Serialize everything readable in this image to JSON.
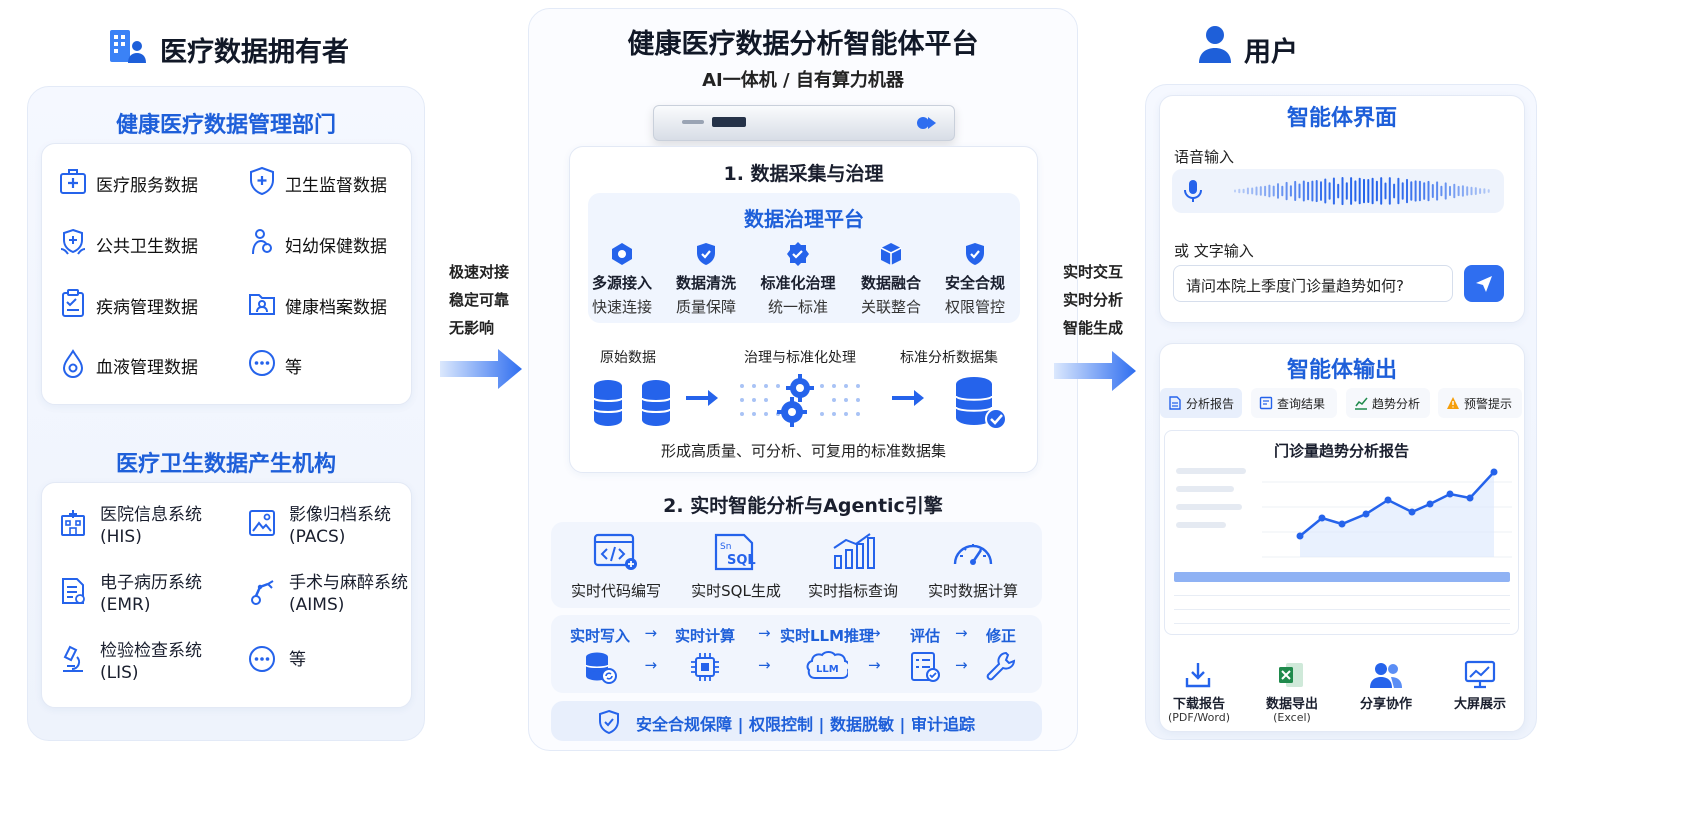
{
  "left": {
    "title": "医疗数据拥有者",
    "dept": {
      "title": "健康医疗数据管理部门",
      "items": [
        {
          "label": "医疗服务数据",
          "icon": "medical-kit-icon"
        },
        {
          "label": "卫生监督数据",
          "icon": "shield-cross-icon"
        },
        {
          "label": "公共卫生数据",
          "icon": "shield-hands-icon"
        },
        {
          "label": "妇幼保健数据",
          "icon": "mother-child-icon"
        },
        {
          "label": "疾病管理数据",
          "icon": "clipboard-icon"
        },
        {
          "label": "健康档案数据",
          "icon": "folder-person-icon"
        },
        {
          "label": "血液管理数据",
          "icon": "blood-drop-icon"
        },
        {
          "label": "等",
          "icon": "more-icon"
        }
      ]
    },
    "inst": {
      "title": "医疗卫生数据产生机构",
      "items": [
        {
          "label": "医院信息系统",
          "sub": "(HIS)",
          "icon": "hospital-icon"
        },
        {
          "label": "影像归档系统",
          "sub": "(PACS)",
          "icon": "image-archive-icon"
        },
        {
          "label": "电子病历系统",
          "sub": "(EMR)",
          "icon": "emr-doc-icon"
        },
        {
          "label": "手术与麻醉系统",
          "sub": "(AIMS)",
          "icon": "surgery-arm-icon"
        },
        {
          "label": "检验检查系统",
          "sub": "(LIS)",
          "icon": "microscope-icon"
        },
        {
          "label": "等",
          "sub": "",
          "icon": "more-icon"
        }
      ]
    }
  },
  "arrow_left": {
    "lines": [
      "极速对接",
      "稳定可靠",
      "无影响"
    ]
  },
  "arrow_right": {
    "lines": [
      "实时交互",
      "实时分析",
      "智能生成"
    ]
  },
  "center": {
    "title": "健康医疗数据分析智能体平台",
    "subtitle": "AI一体机 / 自有算力机器",
    "section1": {
      "title": "1.  数据采集与治理",
      "platform_title": "数据治理平台",
      "features": [
        {
          "title": "多源接入",
          "sub": "快速连接",
          "icon": "hexagon-icon"
        },
        {
          "title": "数据清洗",
          "sub": "质量保障",
          "icon": "shield-check-icon"
        },
        {
          "title": "标准化治理",
          "sub": "统一标准",
          "icon": "badge-check-icon"
        },
        {
          "title": "数据融合",
          "sub": "关联整合",
          "icon": "cube-icon"
        },
        {
          "title": "安全合规",
          "sub": "权限管控",
          "icon": "shield-check-icon"
        }
      ],
      "flow": [
        "原始数据",
        "治理与标准化处理",
        "标准分析数据集"
      ],
      "caption": "形成高质量、可分析、可复用的标准数据集"
    },
    "section2": {
      "title": "2.  实时智能分析与Agentic引擎",
      "features": [
        {
          "label": "实时代码编写",
          "icon": "code-window-icon"
        },
        {
          "label": "实时SQL生成",
          "icon": "sql-icon"
        },
        {
          "label": "实时指标查询",
          "icon": "bar-chart-icon"
        },
        {
          "label": "实时数据计算",
          "icon": "gauge-icon"
        }
      ],
      "pipeline": [
        "实时写入",
        "实时计算",
        "实时LLM推理",
        "评估",
        "修正"
      ],
      "arrow": "→",
      "footer": "安全合规保障 | 权限控制 | 数据脱敏 | 审计追踪"
    }
  },
  "right": {
    "title": "用户",
    "ui": {
      "title": "智能体界面",
      "voice_label": "语音输入",
      "text_label": "或 文字输入",
      "query": "请问本院上季度门诊量趋势如何?"
    },
    "output": {
      "title": "智能体输出",
      "tabs": [
        "分析报告",
        "查询结果",
        "趋势分析",
        "预警提示"
      ],
      "report_title": "门诊量趋势分析报告",
      "actions": [
        {
          "label": "下载报告",
          "sub": "(PDF/Word)",
          "icon": "download-icon"
        },
        {
          "label": "数据导出",
          "sub": "(Excel)",
          "icon": "excel-icon"
        },
        {
          "label": "分享协作",
          "sub": "",
          "icon": "people-icon"
        },
        {
          "label": "大屏展示",
          "sub": "",
          "icon": "monitor-icon"
        }
      ]
    }
  },
  "colors": {
    "accent": "#1e5fd9",
    "light": "#eef3fc",
    "excel": "#1f8a4c",
    "warn": "#f59e0b"
  }
}
